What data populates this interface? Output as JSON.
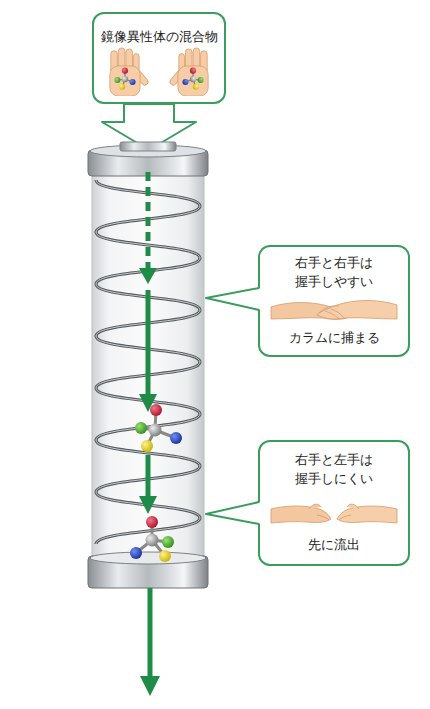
{
  "diagram": {
    "nodes": [
      {
        "text": [
          "鏡像異性体の混合物"
        ]
      },
      {
        "text": [
          "右手と右手は 握手しやすい",
          "カラムに捕まる"
        ]
      },
      {
        "text": [
          "右手と左手は 握手しにくい",
          "先に流出"
        ]
      }
    ]
  }
}
